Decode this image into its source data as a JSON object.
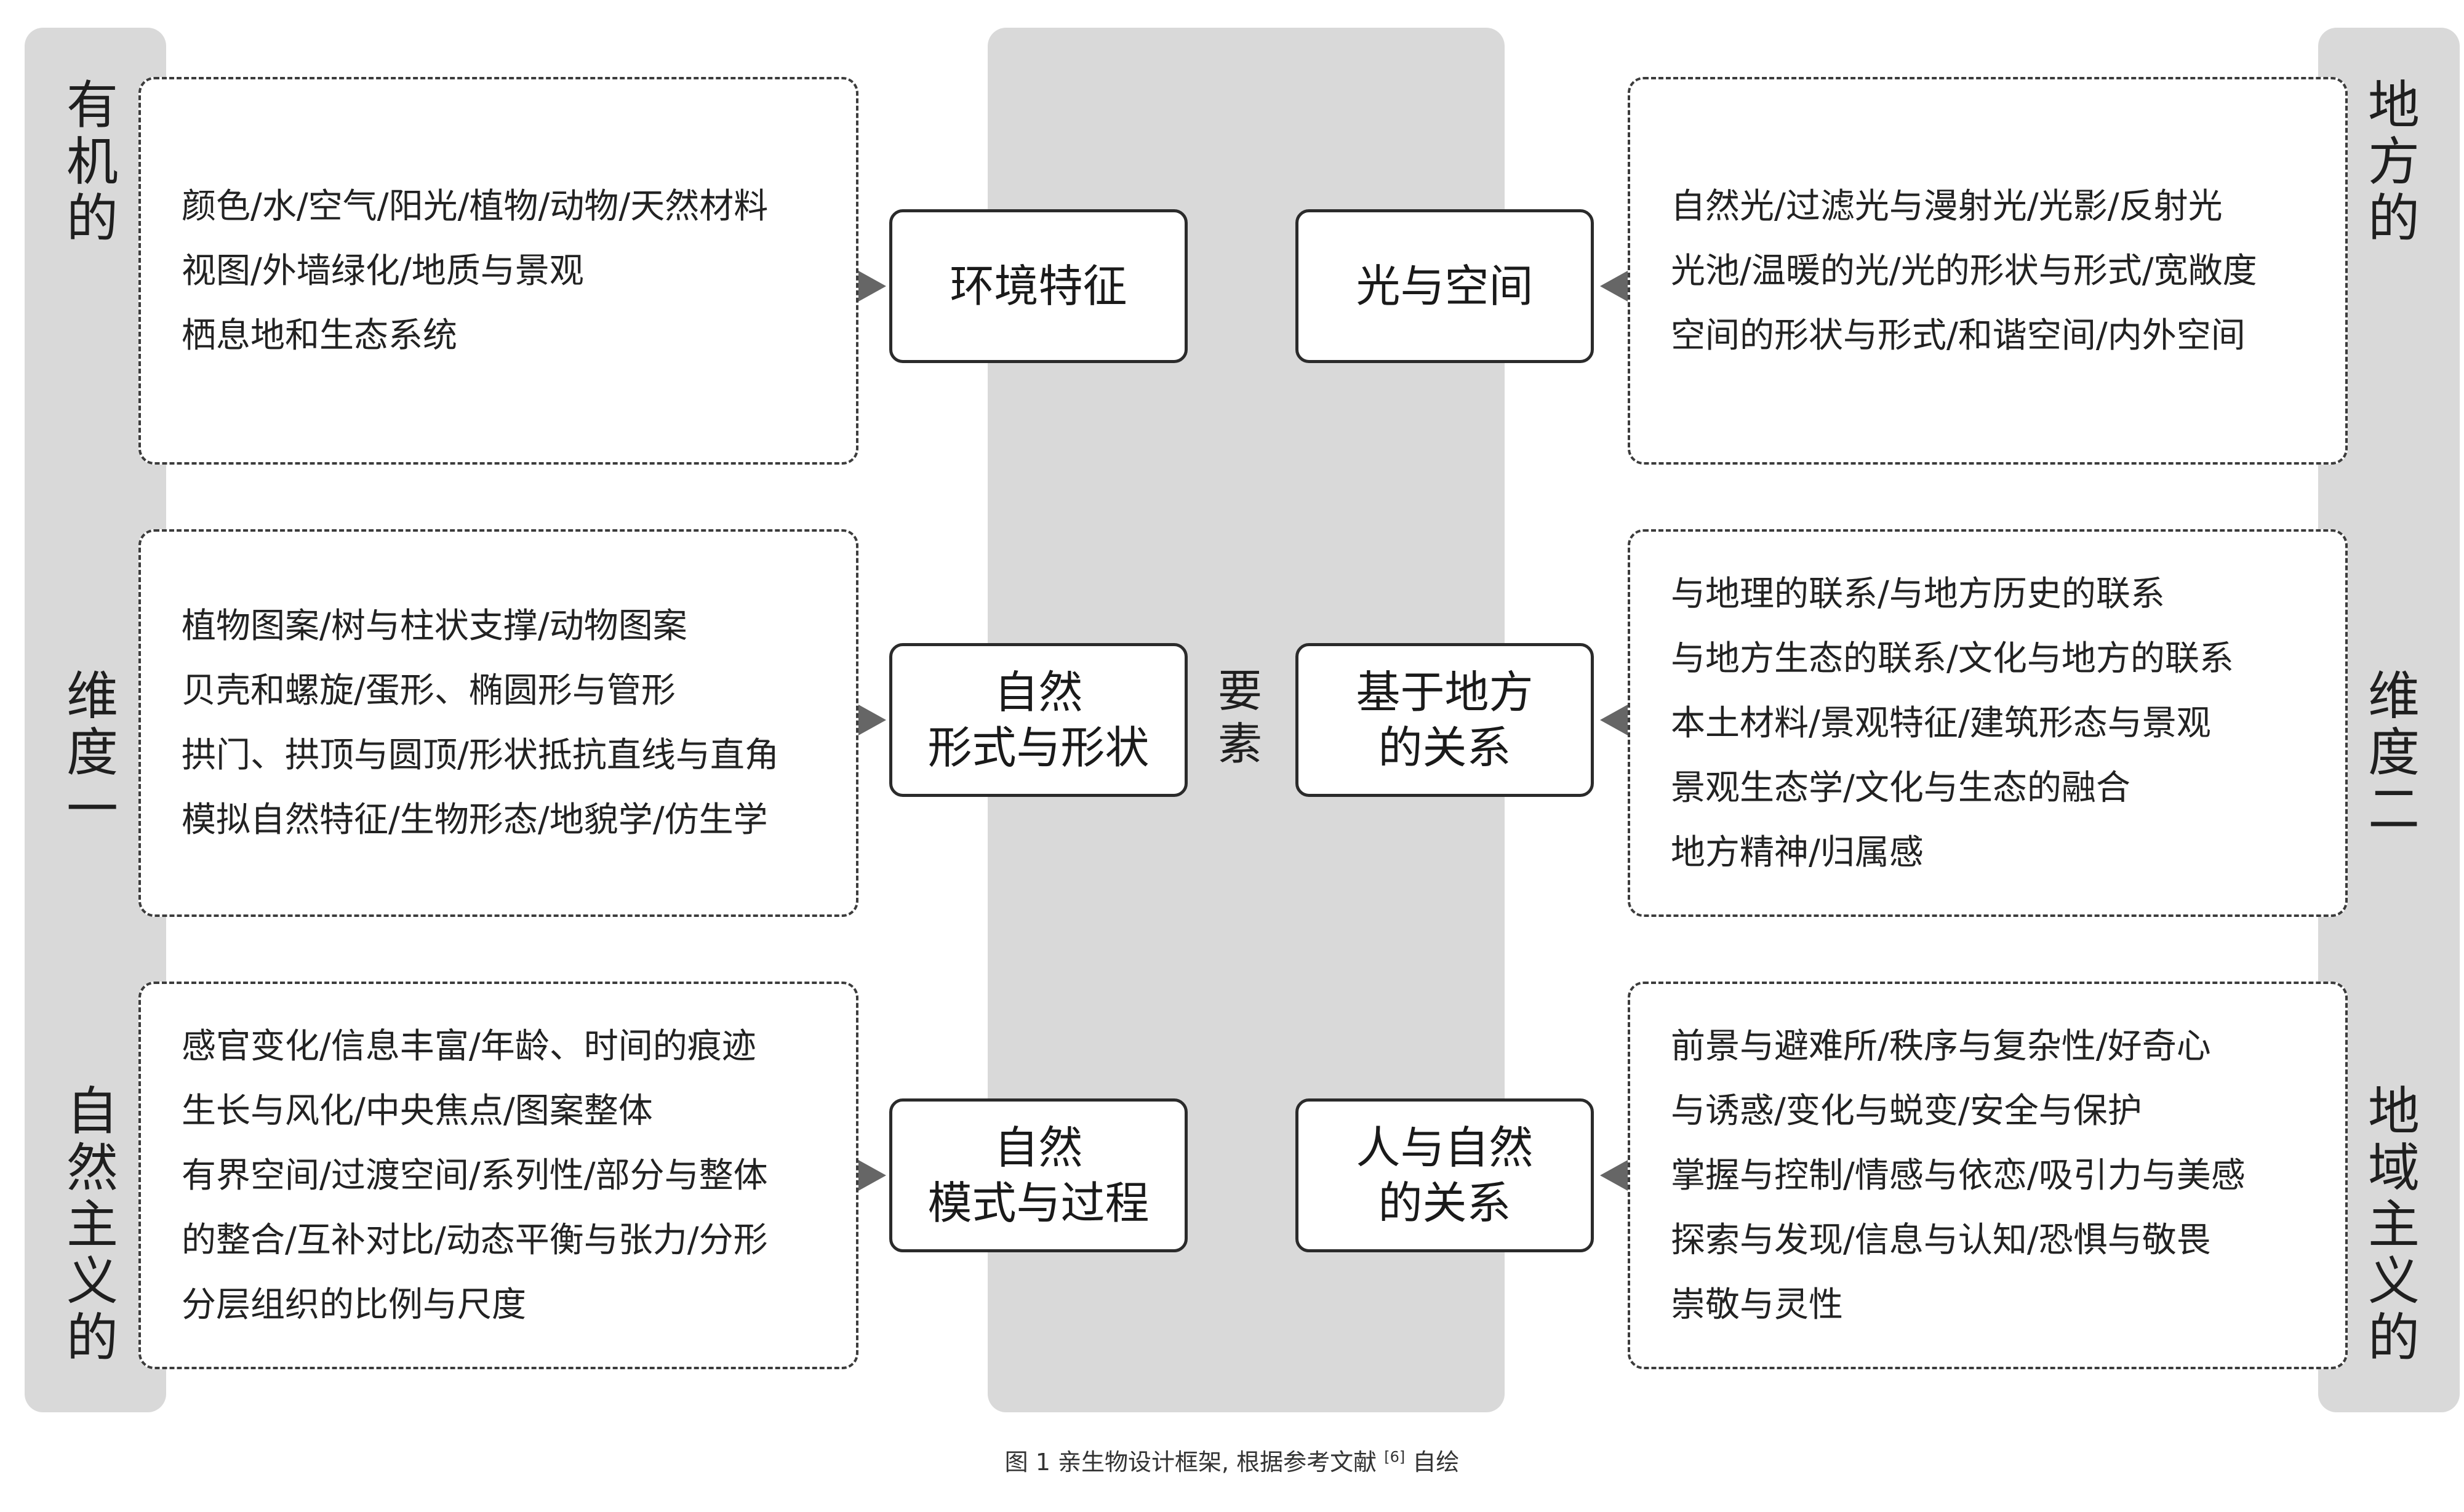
{
  "left_column": {
    "labels": [
      {
        "chars": [
          "有",
          "机",
          "的"
        ]
      },
      {
        "chars": [
          "维",
          "度",
          "一"
        ]
      },
      {
        "chars": [
          "自",
          "然",
          "主",
          "义",
          "的"
        ]
      }
    ]
  },
  "right_column": {
    "labels": [
      {
        "chars": [
          "地",
          "方",
          "的"
        ]
      },
      {
        "chars": [
          "维",
          "度",
          "二"
        ]
      },
      {
        "chars": [
          "地",
          "域",
          "主",
          "义",
          "的"
        ]
      }
    ]
  },
  "center_label": {
    "chars": [
      "要",
      "素"
    ]
  },
  "left_panels": [
    {
      "lines": [
        "颜色/水/空气/阳光/植物/动物/天然材料",
        "视图/外墙绿化/地质与景观",
        "栖息地和生态系统"
      ]
    },
    {
      "lines": [
        "植物图案/树与柱状支撑/动物图案",
        "贝壳和螺旋/蛋形、椭圆形与管形",
        "拱门、拱顶与圆顶/形状抵抗直线与直角",
        "模拟自然特征/生物形态/地貌学/仿生学"
      ]
    },
    {
      "lines": [
        "感官变化/信息丰富/年龄、时间的痕迹",
        "生长与风化/中央焦点/图案整体",
        "有界空间/过渡空间/系列性/部分与整体",
        "的整合/互补对比/动态平衡与张力/分形",
        "分层组织的比例与尺度"
      ]
    }
  ],
  "right_panels": [
    {
      "lines": [
        "自然光/过滤光与漫射光/光影/反射光",
        "光池/温暖的光/光的形状与形式/宽敞度",
        "空间的形状与形式/和谐空间/内外空间"
      ]
    },
    {
      "lines": [
        "与地理的联系/与地方历史的联系",
        "与地方生态的联系/文化与地方的联系",
        "本土材料/景观特征/建筑形态与景观",
        "景观生态学/文化与生态的融合",
        "地方精神/归属感"
      ]
    },
    {
      "lines": [
        "前景与避难所/秩序与复杂性/好奇心",
        "与诱惑/变化与蜕变/安全与保护",
        "掌握与控制/情感与依恋/吸引力与美感",
        "探索与发现/信息与认知/恐惧与敬畏",
        "崇敬与灵性"
      ]
    }
  ],
  "left_boxes": [
    {
      "lines": [
        "环境特征"
      ]
    },
    {
      "lines": [
        "自然",
        "形式与形状"
      ]
    },
    {
      "lines": [
        "自然",
        "模式与过程"
      ]
    }
  ],
  "right_boxes": [
    {
      "lines": [
        "光与空间"
      ]
    },
    {
      "lines": [
        "基于地方",
        "的关系"
      ]
    },
    {
      "lines": [
        "人与自然",
        "的关系"
      ]
    }
  ],
  "caption": {
    "text": "图 1 亲生物设计框架, 根据参考文献",
    "ref": "[6]",
    "suffix": " 自绘"
  },
  "colors": {
    "band": "#d9d9d9",
    "arrow": "#666666",
    "border": "#2b2b2b"
  }
}
